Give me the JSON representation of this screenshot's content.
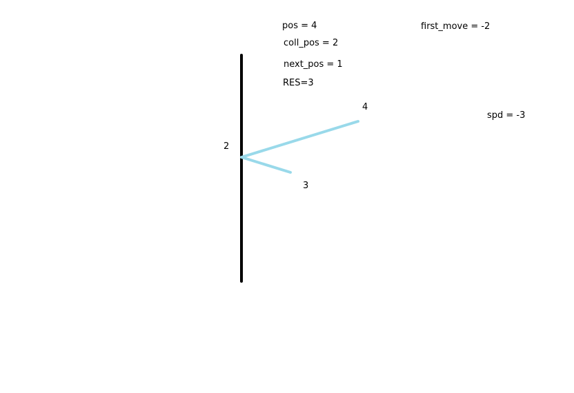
{
  "annotations": {
    "pos": "pos = 4",
    "coll_pos": "coll_pos = 2",
    "next_pos": "next_pos = 1",
    "res": "RES=3",
    "first_move": "first_move = -2",
    "spd": "spd = -3"
  },
  "point_labels": {
    "start": "4",
    "collision": "2",
    "end": "3"
  },
  "colors": {
    "wall": "#000000",
    "trajectory": "#99d9ea",
    "text": "#000000",
    "background": "#ffffff"
  }
}
